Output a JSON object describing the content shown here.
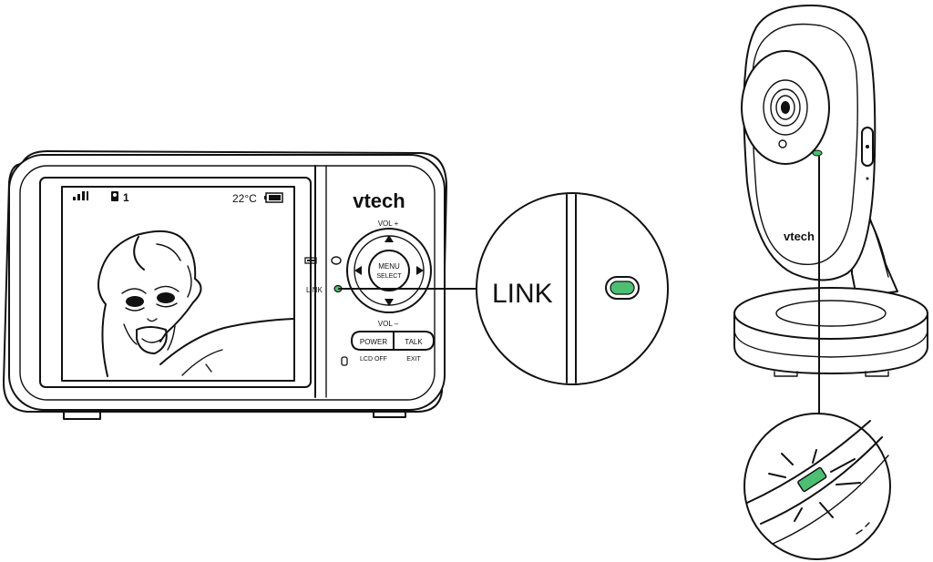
{
  "parent_unit": {
    "brand": "vtech",
    "screen": {
      "camera_number": "1",
      "temperature": "22°C"
    },
    "labels": {
      "vol_up": "VOL +",
      "vol_down": "VOL –",
      "menu": "MENU",
      "select": "SELECT",
      "link": "LINK",
      "power": "POWER",
      "lcd_off": "LCD OFF",
      "talk": "TALK",
      "exit": "EXIT"
    }
  },
  "callout_link": {
    "label": "LINK",
    "led_color": "#4cbf73"
  },
  "camera_unit": {
    "brand": "vtech",
    "led_color": "#4cbf73"
  }
}
